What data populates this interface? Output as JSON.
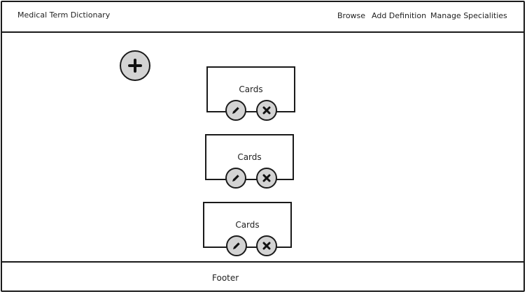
{
  "header": {
    "title": "Medical Term Dictionary",
    "nav": [
      "Browse",
      "Add Definition",
      "Manage Specialities"
    ]
  },
  "main": {
    "cards": [
      {
        "title": "Cards"
      },
      {
        "title": "Cards"
      },
      {
        "title": "Cards"
      }
    ]
  },
  "footer": {
    "text": "Footer"
  },
  "icons": {
    "add": "plus-icon",
    "edit": "pencil-icon",
    "delete": "close-icon"
  },
  "colors": {
    "button_fill": "#d3d3d3",
    "border": "#1a1a1a"
  }
}
